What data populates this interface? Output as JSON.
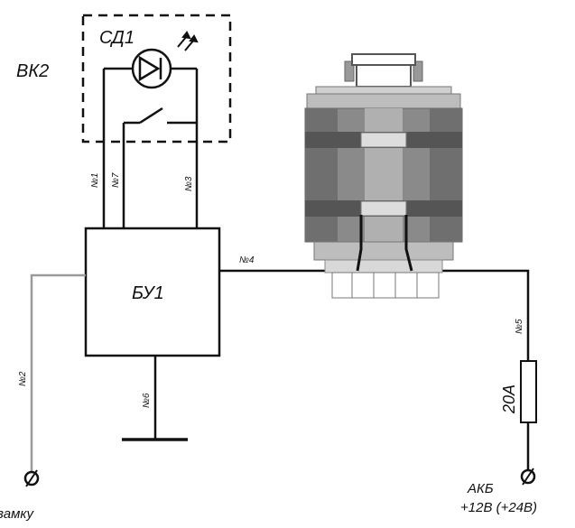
{
  "blocks": {
    "switch_label": "ВК2",
    "led_label": "СД1",
    "unit_label": "БУ1"
  },
  "wires": {
    "w1": "№1",
    "w7": "№7",
    "w3": "№3",
    "w4": "№4",
    "w2": "№2",
    "w6": "№6",
    "w5": "№5"
  },
  "fuse": {
    "rating": "20А"
  },
  "terminals": {
    "ignition": "замку",
    "battery_name": "АКБ",
    "battery_voltage": "+12В (+24В)"
  },
  "colors": {
    "line": "#111111",
    "motor_body": "#8a8a8a",
    "motor_band": "#555555",
    "gray_wire": "#9a9a9a"
  }
}
